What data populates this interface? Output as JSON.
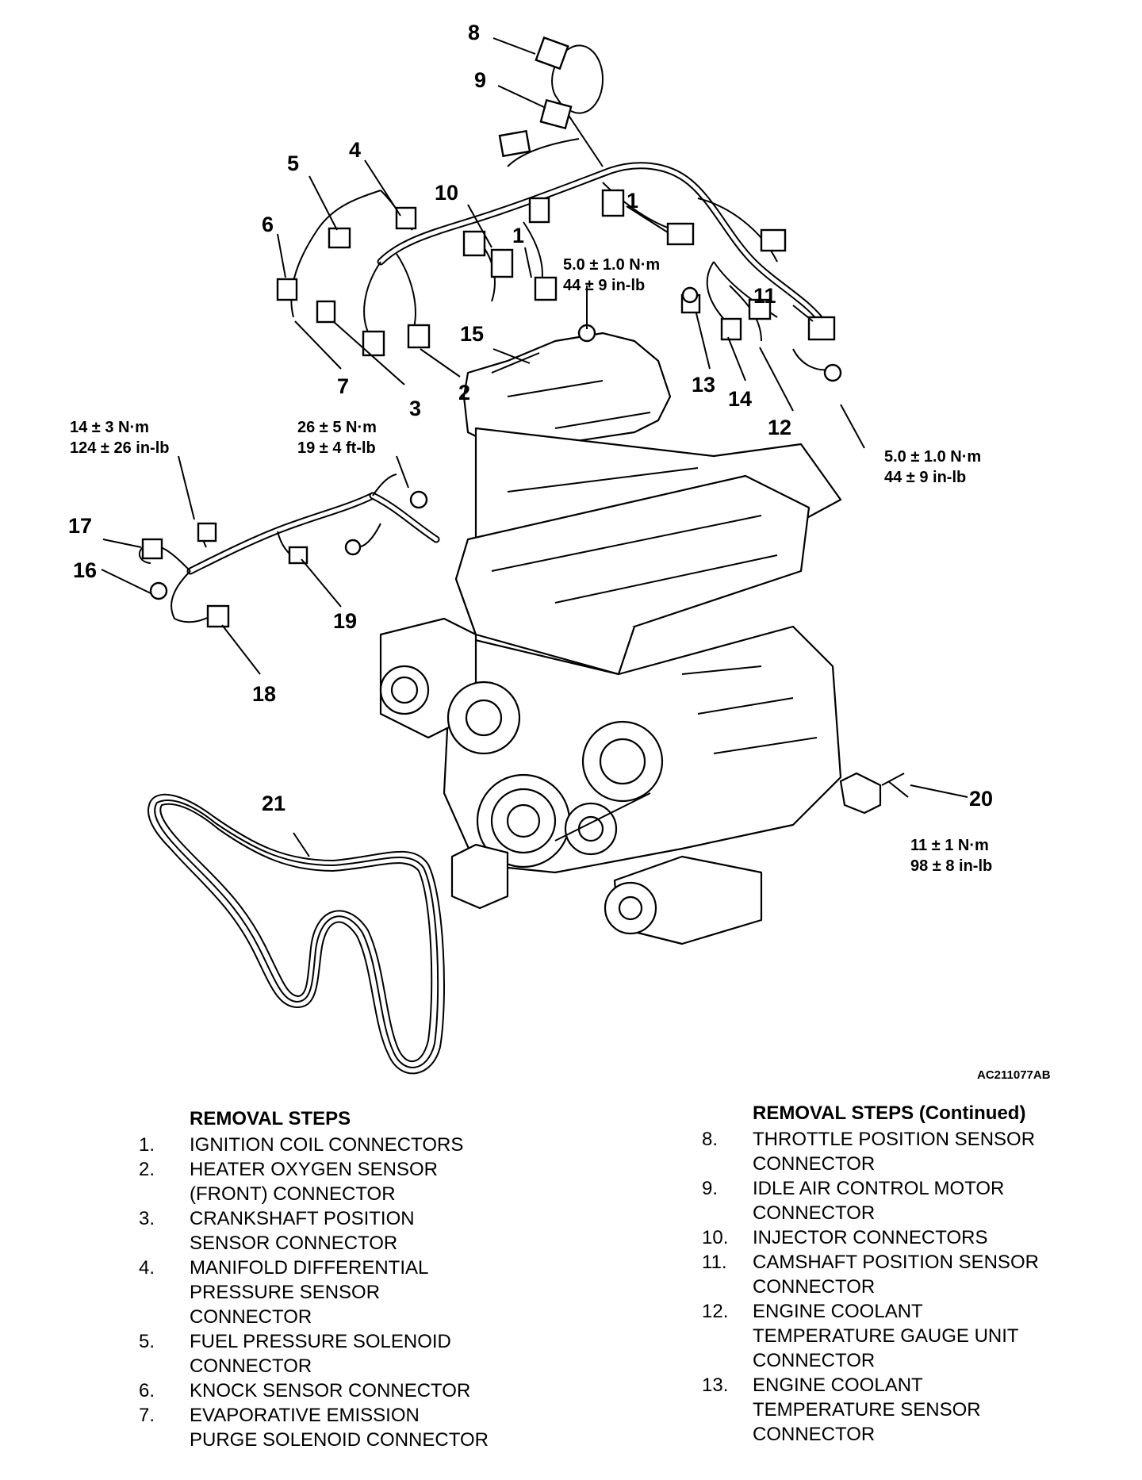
{
  "figure_id": "AC211077AB",
  "callouts": [
    "8",
    "9",
    "5",
    "4",
    "10",
    "1",
    "1",
    "6",
    "7",
    "3",
    "2",
    "15",
    "13",
    "14",
    "11",
    "12",
    "17",
    "16",
    "19",
    "18",
    "21",
    "20"
  ],
  "torque_specs": [
    {
      "id": "t1",
      "line1": "5.0 ± 1.0 N·m",
      "line2": "44 ± 9 in-lb"
    },
    {
      "id": "t2",
      "line1": "5.0 ± 1.0 N·m",
      "line2": "44 ± 9 in-lb"
    },
    {
      "id": "t3",
      "line1": "14 ± 3 N·m",
      "line2": "124 ± 26 in-lb"
    },
    {
      "id": "t4",
      "line1": "26 ± 5 N·m",
      "line2": "19 ± 4 ft-lb"
    },
    {
      "id": "t5",
      "line1": "11 ± 1 N·m",
      "line2": "98 ± 8 in-lb"
    }
  ],
  "removal_steps": {
    "heading": "REMOVAL STEPS",
    "items": [
      {
        "num": "1.",
        "text": "IGNITION COIL CONNECTORS"
      },
      {
        "num": "2.",
        "text": "HEATER OXYGEN SENSOR\n(FRONT) CONNECTOR"
      },
      {
        "num": "3.",
        "text": "CRANKSHAFT POSITION\nSENSOR CONNECTOR"
      },
      {
        "num": "4.",
        "text": "MANIFOLD DIFFERENTIAL\nPRESSURE SENSOR\nCONNECTOR"
      },
      {
        "num": "5.",
        "text": "FUEL PRESSURE SOLENOID\nCONNECTOR"
      },
      {
        "num": "6.",
        "text": "KNOCK SENSOR CONNECTOR"
      },
      {
        "num": "7.",
        "text": "EVAPORATIVE EMISSION\nPURGE SOLENOID CONNECTOR"
      }
    ]
  },
  "removal_steps_continued": {
    "heading": "REMOVAL STEPS (Continued)",
    "items": [
      {
        "num": "8.",
        "text": "THROTTLE POSITION SENSOR\nCONNECTOR"
      },
      {
        "num": "9.",
        "text": "IDLE AIR CONTROL MOTOR\nCONNECTOR"
      },
      {
        "num": "10.",
        "text": "INJECTOR CONNECTORS"
      },
      {
        "num": "11.",
        "text": "CAMSHAFT POSITION SENSOR\nCONNECTOR"
      },
      {
        "num": "12.",
        "text": "ENGINE COOLANT\nTEMPERATURE GAUGE UNIT\nCONNECTOR"
      },
      {
        "num": "13.",
        "text": "ENGINE COOLANT\nTEMPERATURE SENSOR\nCONNECTOR"
      }
    ]
  }
}
